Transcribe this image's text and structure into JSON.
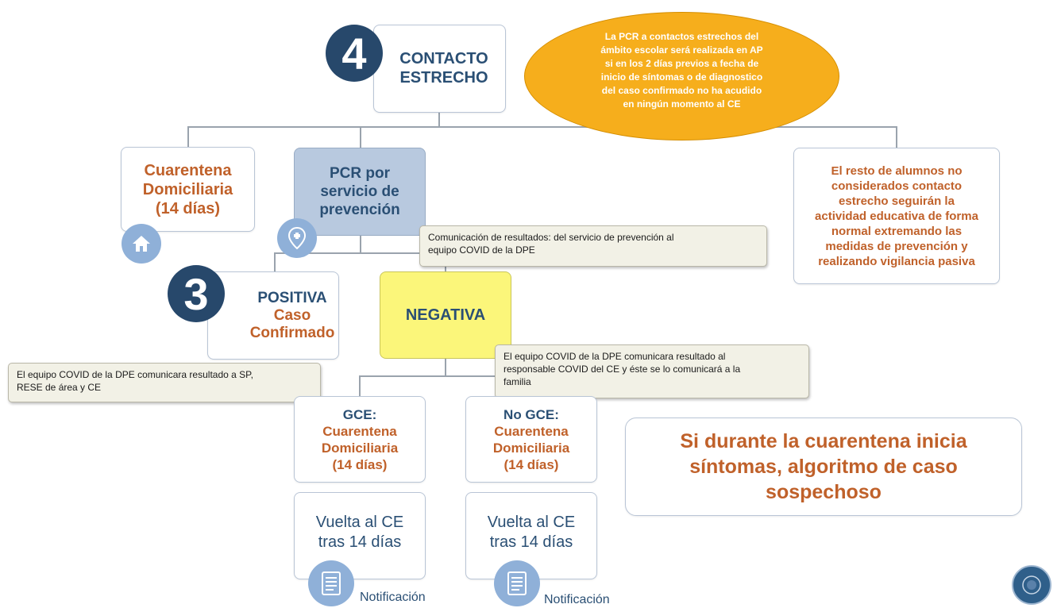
{
  "colors": {
    "accent_orange": "#c0612a",
    "dark_blue": "#2a4f74",
    "badge_navy": "#27486b",
    "ellipse_fill": "#f6ae1c",
    "pcr_fill": "#b8c9df",
    "negativa_fill": "#fbf67a",
    "note_fill": "#f2f1e6",
    "icon_blue": "#8fb0d8"
  },
  "contacto": {
    "number": "4",
    "title_line1": "CONTACTO",
    "title_line2": "ESTRECHO"
  },
  "callout": {
    "line1": "La PCR a contactos estrechos del",
    "line2": "ámbito escolar será realizada en AP",
    "line3": "si  en los 2 días previos a fecha de",
    "line4": "inicio de síntomas o de diagnostico",
    "line5": "del caso confirmado no ha acudido",
    "line6": "en ningún momento al CE"
  },
  "cuarentena": {
    "line1": "Cuarentena",
    "line2": "Domiciliaria",
    "line3": "(14 días)",
    "icon": "home-icon"
  },
  "pcr": {
    "line1": "PCR por",
    "line2": "servicio de",
    "line3": "prevención",
    "icon": "location-pin-icon"
  },
  "resto": {
    "line1": "El resto de alumnos no",
    "line2": "considerados contacto",
    "line3": "estrecho seguirán la",
    "line4": "actividad educativa de forma",
    "line5": "normal extremando las",
    "line6": "medidas de prevención y",
    "line7": "realizando vigilancia pasiva"
  },
  "note_comunicacion": {
    "line1": "Comunicación de resultados: del servicio de prevención al",
    "line2": "equipo COVID de la DPE"
  },
  "positiva": {
    "number": "3",
    "line1": "POSITIVA",
    "line2": "Caso",
    "line3": "Confirmado"
  },
  "negativa": {
    "label": "NEGATIVA"
  },
  "note_sp": {
    "line1": "El equipo COVID de la DPE comunicara resultado a SP,",
    "line2": "RESE de área y CE"
  },
  "note_ce": {
    "line1": "El equipo COVID de la DPE comunicara resultado al",
    "line2": "responsable COVID del CE y éste se lo comunicará a la",
    "line3": "familia"
  },
  "gce": {
    "line1": "GCE:",
    "line2": "Cuarentena",
    "line3": "Domiciliaria",
    "line4": "(14 días)"
  },
  "nogce": {
    "line1": "No GCE:",
    "line2": "Cuarentena",
    "line3": "Domiciliaria",
    "line4": "(14 días)"
  },
  "vuelta_left": {
    "line1": "Vuelta al CE",
    "line2": "tras 14 días"
  },
  "vuelta_right": {
    "line1": "Vuelta al CE",
    "line2": "tras 14 días"
  },
  "notificacion_left": {
    "label": "Notificación",
    "icon": "document-icon"
  },
  "notificacion_right": {
    "label": "Notificación",
    "icon": "document-icon"
  },
  "sintomas": {
    "line1": "Si durante la cuarentena inicia",
    "line2": "síntomas, algoritmo de caso",
    "line3": "sospechoso"
  },
  "corner_logo": {
    "icon": "logo-seal-icon"
  }
}
